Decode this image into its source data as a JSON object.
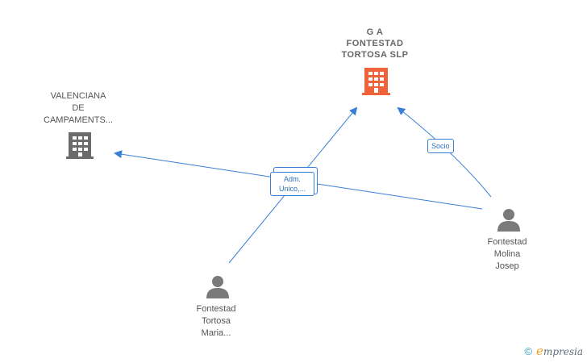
{
  "nodes": {
    "company_main": {
      "lines": [
        "G A",
        "FONTESTAD",
        "TORTOSA SLP"
      ],
      "color": "#f0623a"
    },
    "company_side": {
      "lines": [
        "VALENCIANA",
        "DE",
        "CAMPAMENTS..."
      ],
      "color": "#6b6b6b"
    },
    "person_right": {
      "lines": [
        "Fontestad",
        "Molina",
        "Josep"
      ],
      "color": "#7a7a7a"
    },
    "person_bottom": {
      "lines": [
        "Fontestad",
        "Tortosa",
        "Maria..."
      ],
      "color": "#7a7a7a"
    }
  },
  "edges": {
    "socio_label": "Socio",
    "adm_label": [
      "Adm.",
      "Unico,..."
    ],
    "line_color": "#3a7fd5"
  },
  "footer": {
    "copyright_symbol": "©",
    "brand_initial": "e",
    "brand_rest": "mpresia"
  }
}
